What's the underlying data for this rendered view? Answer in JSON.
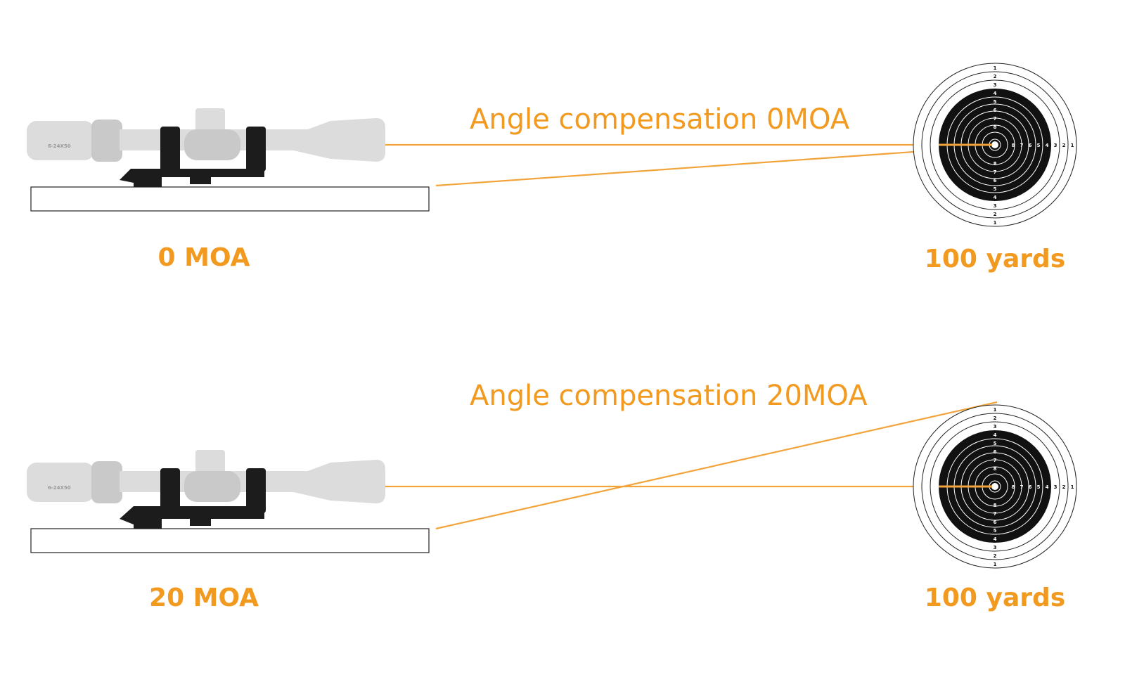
{
  "panels": [
    {
      "id": "zero",
      "title": "Angle compensation 0MOA",
      "mount_label": "0 MOA",
      "distance_label": "100 yards",
      "scope_marking": "6-24X50"
    },
    {
      "id": "twenty",
      "title": "Angle compensation 20MOA",
      "mount_label": "20 MOA",
      "distance_label": "100 yards",
      "scope_marking": "6-24X50"
    }
  ],
  "target": {
    "ring_numbers": [
      "1",
      "2",
      "3",
      "4",
      "5",
      "6",
      "7",
      "8"
    ],
    "colors": {
      "black_zone": "#111111",
      "paper": "#ffffff",
      "line": "#222222"
    }
  },
  "colors": {
    "accent": "#f29a20",
    "beam": "#f2a33a",
    "scope": "#dcdcdc"
  }
}
